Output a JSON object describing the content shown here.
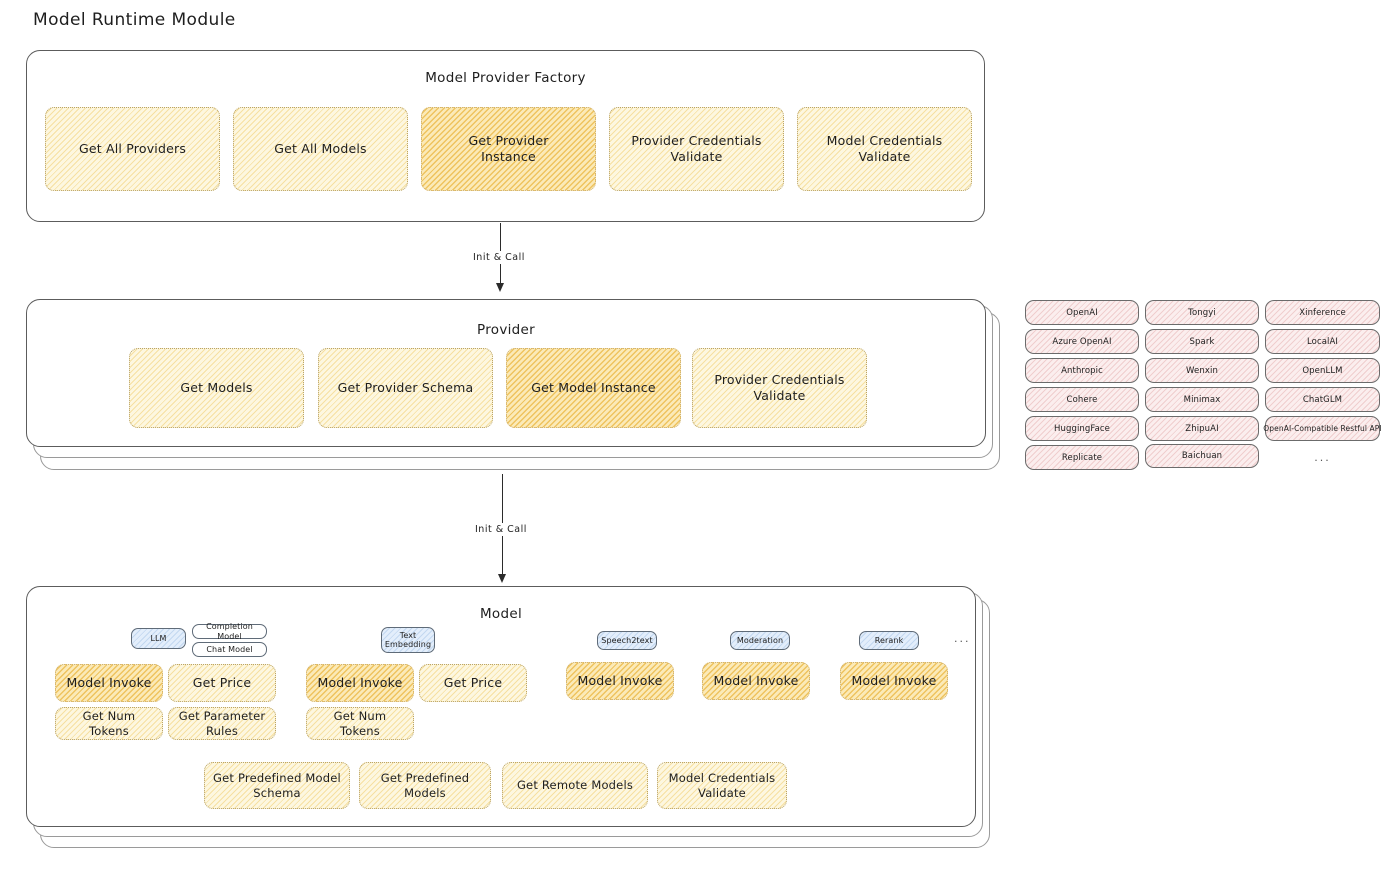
{
  "title": "Model Runtime Module",
  "factory": {
    "title": "Model Provider Factory",
    "methods": [
      "Get All Providers",
      "Get All Models",
      "Get Provider\nInstance",
      "Provider Credentials\nValidate",
      "Model Credentials\nValidate"
    ]
  },
  "arrows": {
    "factory_to_provider": "Init & Call",
    "provider_to_model": "Init & Call"
  },
  "provider": {
    "title": "Provider",
    "methods": [
      "Get Models",
      "Get Provider Schema",
      "Get Model Instance",
      "Provider Credentials\nValidate"
    ]
  },
  "provider_list": {
    "columns": [
      [
        "OpenAI",
        "Azure OpenAI",
        "Anthropic",
        "Cohere",
        "HuggingFace",
        "Replicate"
      ],
      [
        "Tongyi",
        "Spark",
        "Wenxin",
        "Minimax",
        "ZhipuAI",
        "Baichuan"
      ],
      [
        "Xinference",
        "LocalAI",
        "OpenLLM",
        "ChatGLM",
        "OpenAI-Compatible Restful API"
      ]
    ],
    "more": "..."
  },
  "model": {
    "title": "Model",
    "more": "...",
    "types": [
      {
        "name": "LLM",
        "sub": [
          "Completion Model",
          "Chat Model"
        ],
        "methods": [
          "Model Invoke",
          "Get Price",
          "Get Num Tokens",
          "Get Parameter\nRules"
        ]
      },
      {
        "name": "Text\nEmbedding",
        "sub": [],
        "methods": [
          "Model Invoke",
          "Get Price",
          "Get Num Tokens"
        ]
      },
      {
        "name": "Speech2text",
        "sub": [],
        "methods": [
          "Model Invoke"
        ]
      },
      {
        "name": "Moderation",
        "sub": [],
        "methods": [
          "Model Invoke"
        ]
      },
      {
        "name": "Rerank",
        "sub": [],
        "methods": [
          "Model Invoke"
        ]
      }
    ],
    "shared_methods": [
      "Get Predefined Model\nSchema",
      "Get Predefined\nModels",
      "Get Remote Models",
      "Model Credentials\nValidate"
    ]
  },
  "colors": {
    "highlight": "#fbeab8",
    "normal": "#fdf7e0",
    "provider_pill": "#fbeeee",
    "type_badge": "#e3eefb",
    "stroke": "#1e1e1e"
  }
}
